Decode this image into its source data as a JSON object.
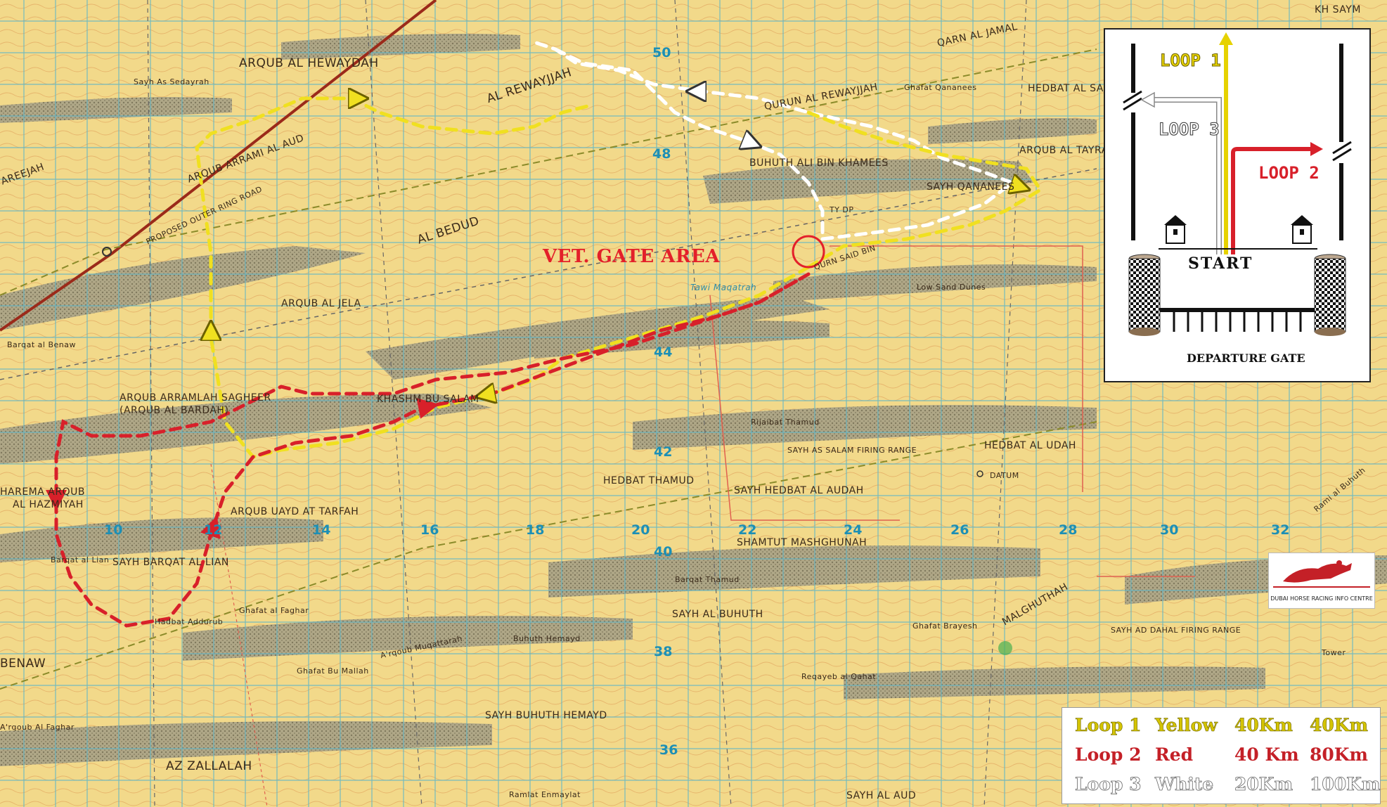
{
  "inset": {
    "loop1": "LOOP 1",
    "loop2": "LOOP 2",
    "loop3": "LOOP 3",
    "start": "START",
    "departure": "DEPARTURE GATE"
  },
  "vet_gate": "VET. GATE AREA",
  "legend": [
    {
      "loop": "Loop 1",
      "color": "Yellow",
      "distance": "40Km",
      "cumulative": "40Km"
    },
    {
      "loop": "Loop 2",
      "color": "Red",
      "distance": "40 Km",
      "cumulative": "80Km"
    },
    {
      "loop": "Loop 3",
      "color": "White",
      "distance": "20Km",
      "cumulative": "100Km"
    }
  ],
  "logo_text": "DUBAI HORSE RACING INFO CENTRE",
  "grid_numbers": {
    "x": [
      "10",
      "12",
      "14",
      "16",
      "18",
      "20",
      "22",
      "24",
      "26",
      "28",
      "30",
      "32"
    ],
    "y": [
      "50",
      "48",
      "44",
      "42",
      "40",
      "38",
      "36"
    ]
  },
  "places": {
    "arqub_al_hewaydah": "ARQUB   AL   HEWAYDAH",
    "sayh_as_sedayrah": "Sayh As Sedayrah",
    "al_rewayjjah": "AL REWAYJJAH",
    "qurun_al_rewayjjah": "QURUN AL REWAYJJAH",
    "buhuth_ali_bin_khamees": "BUHUTH ALI BIN KHAMEES",
    "sayh_qananees": "SAYH QANANEES",
    "arqub_al_tayrah": "ARQUB AL TAYRAH",
    "hedbat_al_salam": "HEDBAT AL SALAM",
    "qarn_al_jamal": "QARN AL JAMAL",
    "kh_saym": "KH SAYM",
    "ghafat_qananees": "Ghafat Qananees",
    "arqub_arrami_al_aud": "ARQUB ARRAMI AL AUD",
    "proposed_outer_ring_road": "PROPOSED OUTER RING ROAD",
    "al_bedud": "AL BEDUD",
    "arqub_al_jela": "ARQUB AL JELA",
    "qurn_said_bin": "QURN SAID BIN",
    "tawi_maqatrah": "Tawi Maqatrah",
    "low_sand_dunes": "Low Sand Dunes",
    "arqub_arramlah_saagheer": "ARQUB ARRAMLAH SAGHEER",
    "arqub_al_bardah": "(ARQUB AL BARDAH)",
    "khashm_buhuth": "KHASHM BU SALAM",
    "rijaibat_thamud": "Rijaibat Thamud",
    "sayh_as_salam": "SAYH AS SALAM FIRING RANGE",
    "hedbat_al_udah": "HEDBAT AL UDAH",
    "hedbat_thamud": "HEDBAT THAMUD",
    "sayh_hedbat_al_audah": "SAYH HEDBAT AL AUDAH",
    "shamtut_mashghunah": "SHAMTUT MASHGHUNAH",
    "datum": "DATUM",
    "haremat_arqub": "HAREMA ARQUB",
    "al_hazmiyah": "AL HAZMIYAH",
    "arqub_uayd_at_tarfah": "ARQUB UAYD AT TARFAH",
    "sayh_barqat_al_lian": "SAYH BARQAT AL LIAN",
    "barqat_al_lian": "Barqat al Lian",
    "ghafat_al_faghar": "Ghafat al Faghar",
    "hadbat_addurub": "Hadbat Addurub",
    "barqat_thamud": "Barqat Thamud",
    "sayh_al_buhuth": "SAYH AL BUHUTH",
    "buhuth_hemayd": "Buhuth Hemayd",
    "arqoub_muqattarah": "A'rqoub Muqattarah",
    "ghafat_bu_mallah": "Ghafat Bu Mallah",
    "sayh_buhuth_hemayd": "SAYH BUHUTH HEMAYD",
    "reqayeb_al_qahat": "Reqayeb al Qahat",
    "malghuthah": "MALGHUTHAH",
    "ghafat_brayesh": "Ghafat Brayesh",
    "sayh_ad_dahal": "SAYH AD DAHAL FIRING RANGE",
    "benaw": "BENAW",
    "barqat_al_benaw": "Barqat al Benaw",
    "az_zallalah": "AZ ZALLALAH",
    "arqoub_al_faghar": "A'rqoub Al Faghar",
    "ramlat_enmaylat": "Ramlat Enmaylat",
    "sayh_al_aud": "SAYH AL AUD",
    "rami_al_buhuth": "Rami al Buhuth",
    "areejah": "AREEJAH",
    "tydp": "TY DP",
    "tower": "Tower"
  },
  "colors": {
    "map_bg": "#f2d98a",
    "grid": "#5fb6c8",
    "contour": "#d88a4a",
    "dune": "#8e8a78",
    "yellow_route": "#f0e020",
    "red_route": "#d8202a",
    "white_route": "#ffffff"
  }
}
